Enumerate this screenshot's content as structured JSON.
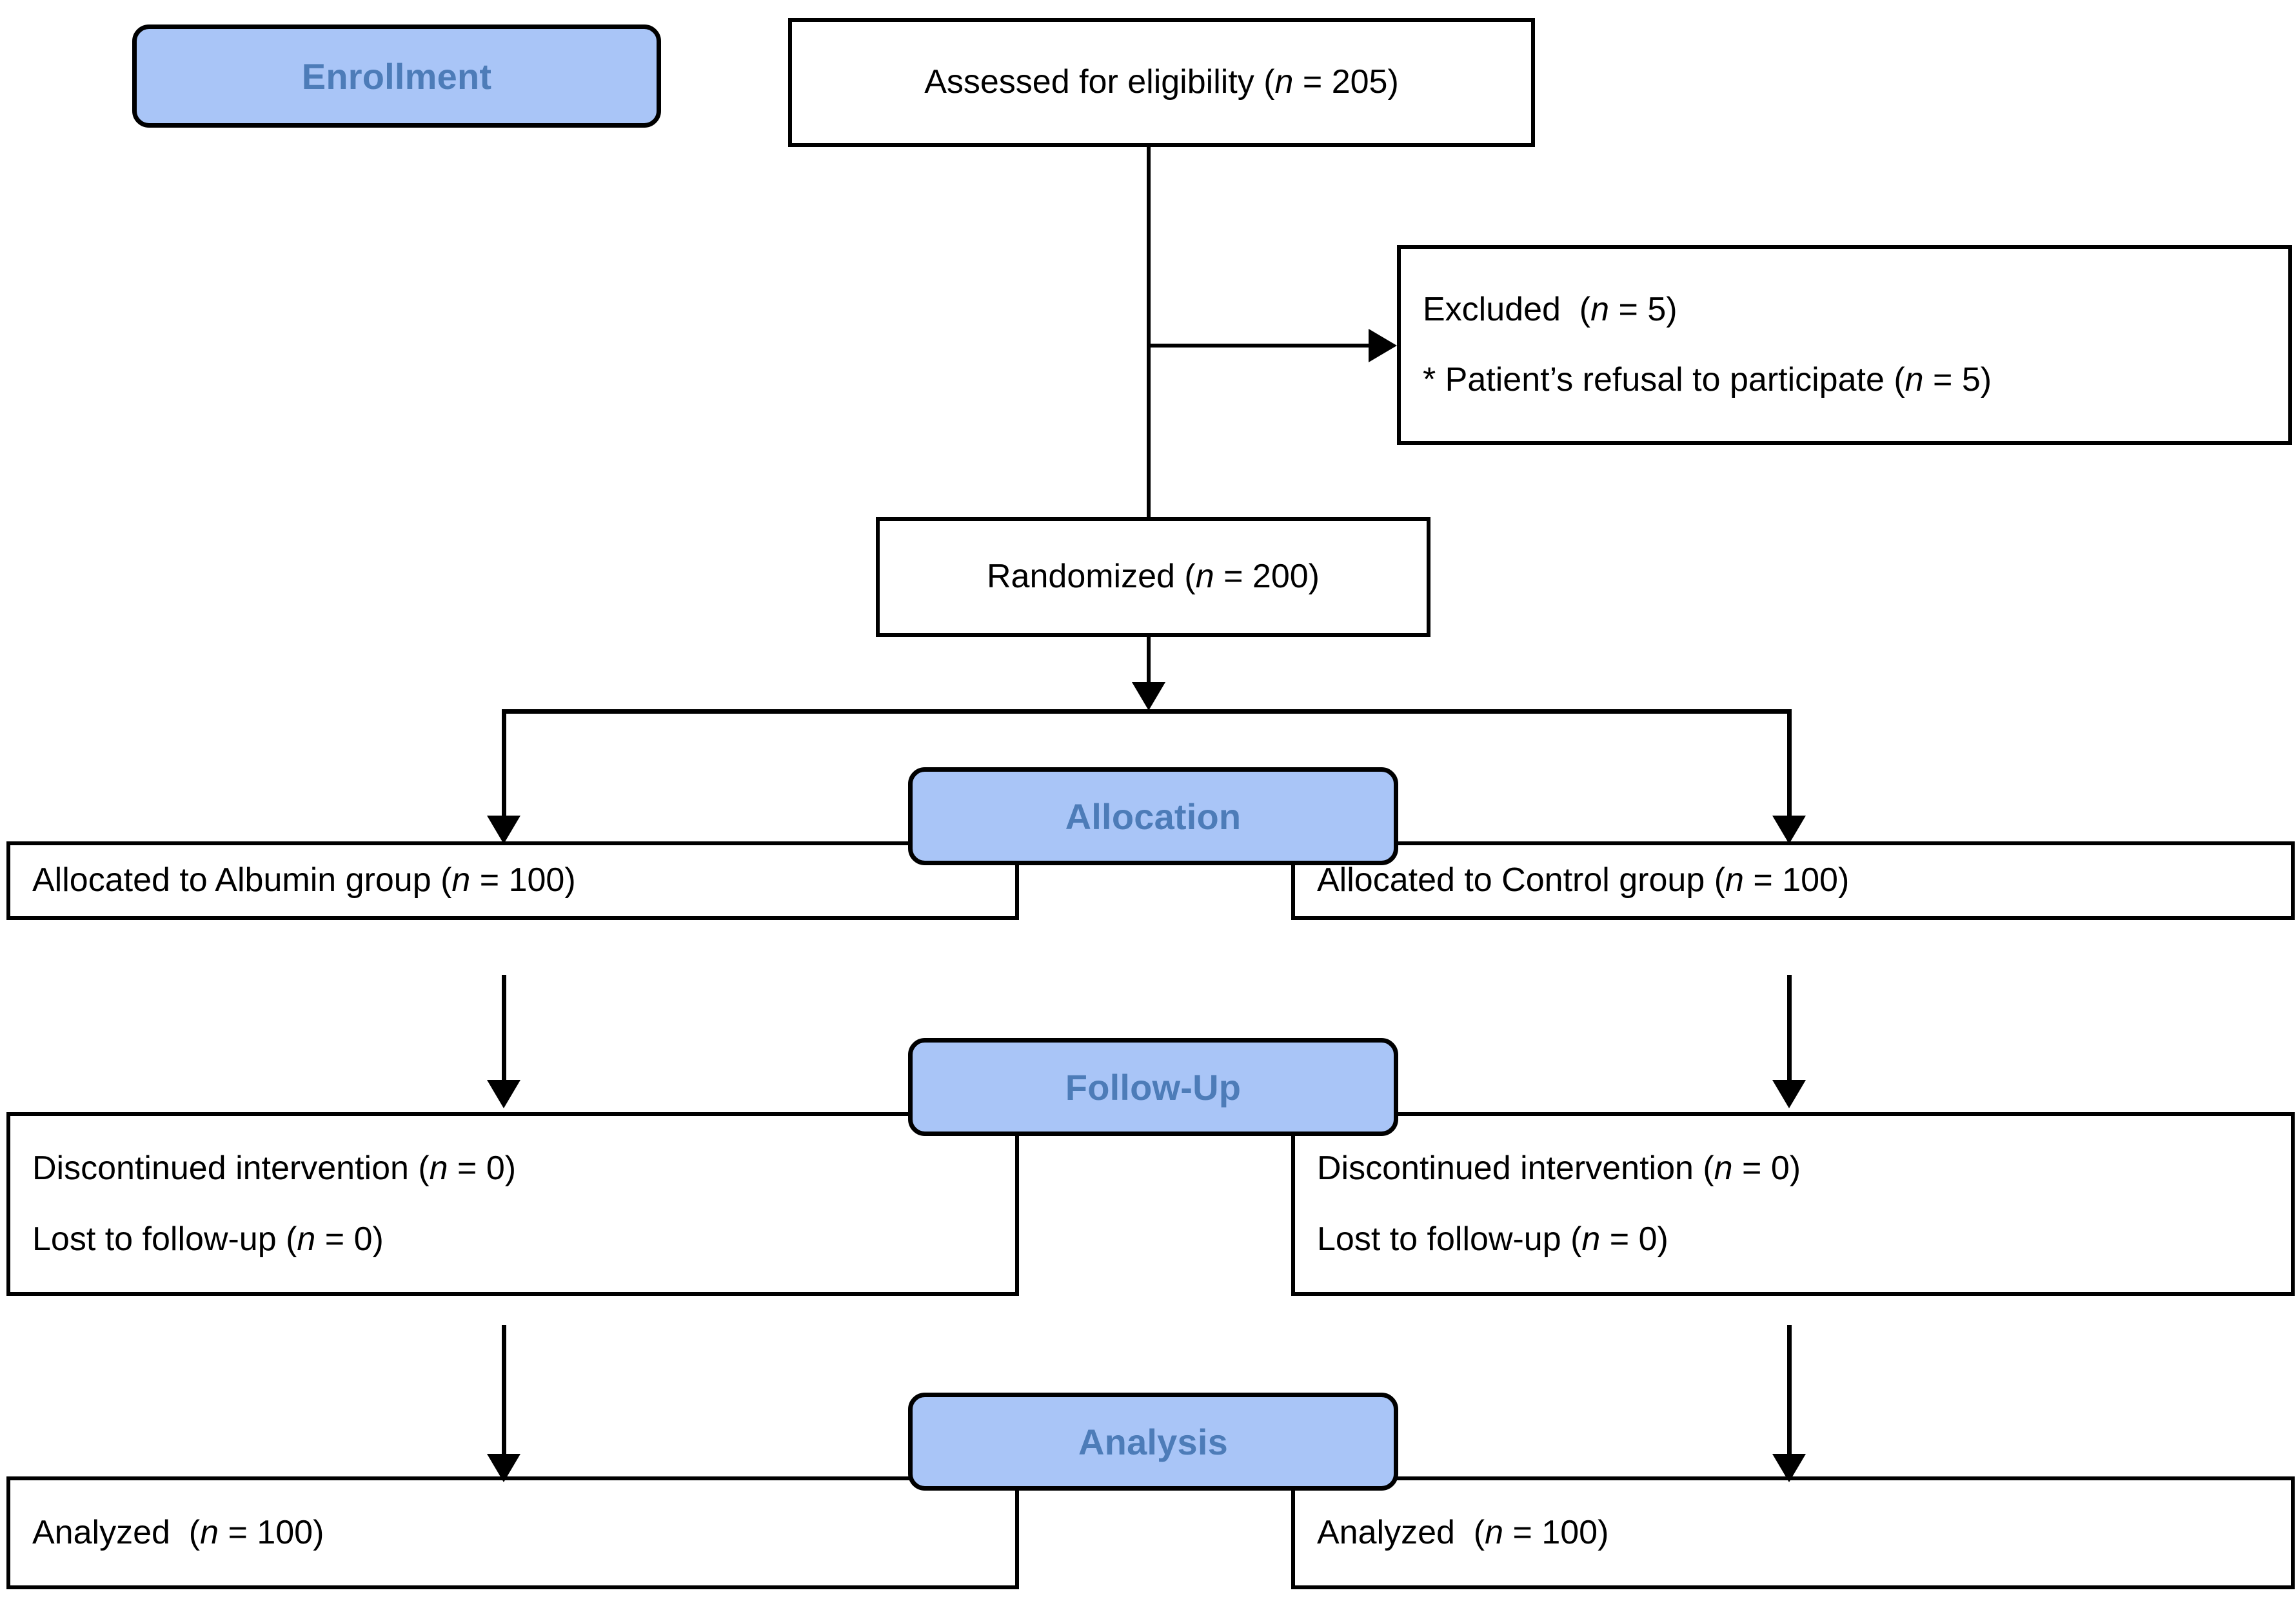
{
  "diagram": {
    "title": "CONSORT participant flow diagram",
    "colors": {
      "badge_fill": "#a9c5f7",
      "badge_text": "#4d7cb8",
      "box_border": "#000000",
      "box_fill": "#ffffff",
      "text": "#000000"
    }
  },
  "stages": {
    "enrollment": "Enrollment",
    "allocation": "Allocation",
    "followup": "Follow-Up",
    "analysis": "Analysis"
  },
  "boxes": {
    "assessed": {
      "line1": "Assessed for eligibility (n = 205)",
      "pre1": "Assessed for eligibility (",
      "var1": "n",
      "post1": " = 205)"
    },
    "excluded": {
      "pre1": "Excluded  (",
      "var1": "n",
      "post1": " = 5)",
      "pre2": "* Patient’s refusal to participate (",
      "var2": "n",
      "post2": " = 5)"
    },
    "randomized": {
      "pre1": "Randomized (",
      "var1": "n",
      "post1": " = 200)"
    },
    "alloc_left": {
      "pre1": "Allocated to Albumin group (",
      "var1": "n",
      "post1": " = 100)"
    },
    "alloc_right": {
      "pre1": "Allocated to Control group (",
      "var1": "n",
      "post1": " = 100)"
    },
    "follow_left": {
      "pre1": "Discontinued intervention (",
      "var1": "n",
      "post1": " = 0)",
      "pre2": "Lost to follow-up (",
      "var2": "n",
      "post2": " = 0)"
    },
    "follow_right": {
      "pre1": "Discontinued intervention (",
      "var1": "n",
      "post1": " = 0)",
      "pre2": "Lost to follow-up (",
      "var2": "n",
      "post2": " = 0)"
    },
    "analyzed_left": {
      "pre1": "Analyzed  (",
      "var1": "n",
      "post1": " = 100)"
    },
    "analyzed_right": {
      "pre1": "Analyzed  (",
      "var1": "n",
      "post1": " = 100)"
    }
  },
  "counts": {
    "assessed_n": 205,
    "excluded_n": 5,
    "refusal_n": 5,
    "randomized_n": 200,
    "allocated_albumin_n": 100,
    "allocated_control_n": 100,
    "discontinued_albumin_n": 0,
    "lost_albumin_n": 0,
    "discontinued_control_n": 0,
    "lost_control_n": 0,
    "analyzed_albumin_n": 100,
    "analyzed_control_n": 100
  }
}
